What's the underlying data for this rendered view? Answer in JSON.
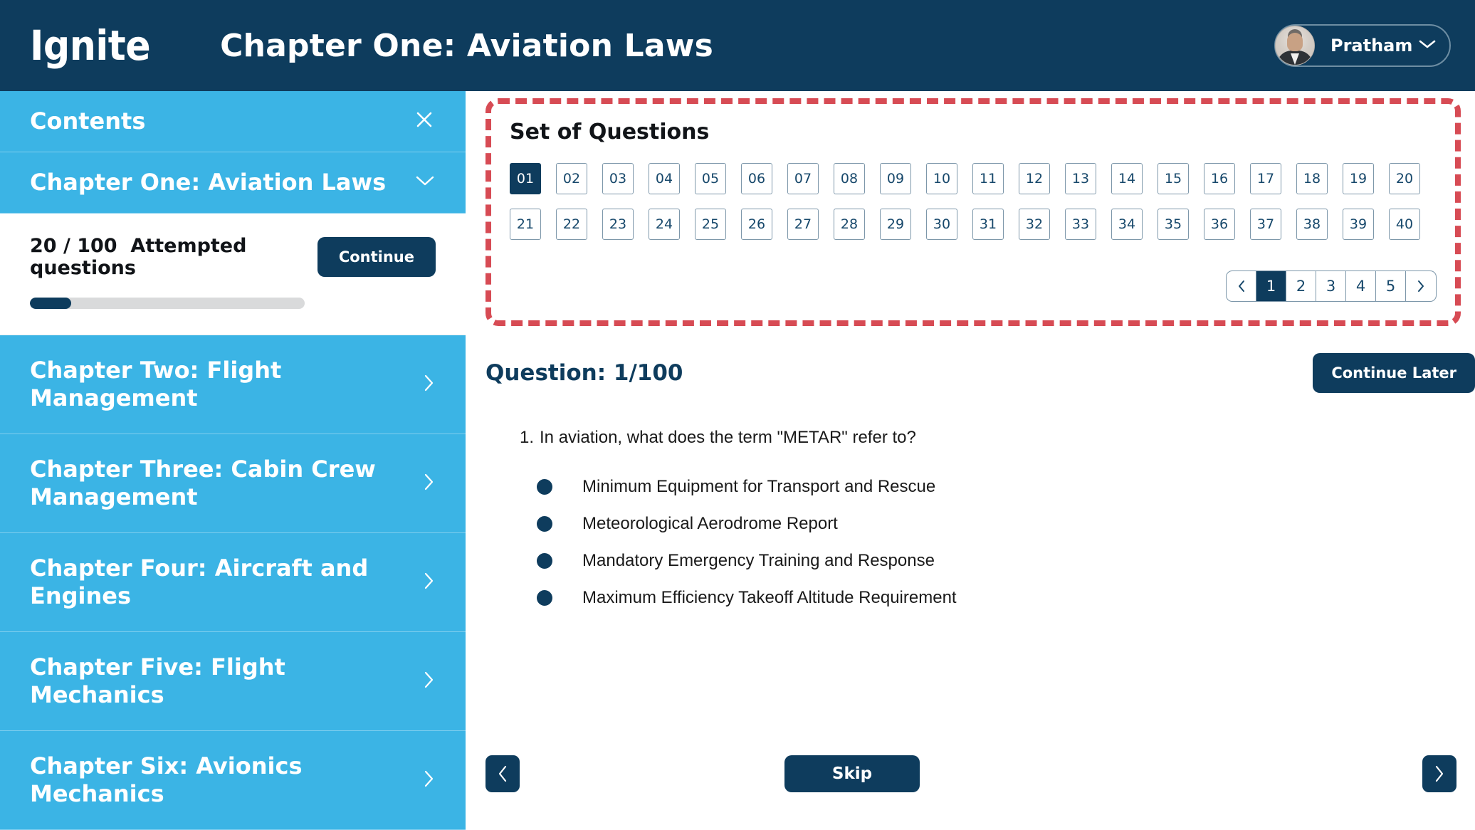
{
  "header": {
    "logo": "Ignite",
    "title": "Chapter One: Aviation Laws",
    "user_name": "Pratham",
    "chevron_icon": "chevron-down-icon",
    "bg_color": "#0e3c5d"
  },
  "sidebar": {
    "contents_label": "Contents",
    "close_icon": "close-icon",
    "accent_color": "#3bb4e5",
    "active_chapter": {
      "label": "Chapter One: Aviation Laws",
      "chevron_icon": "chevron-down-icon"
    },
    "progress": {
      "count_label": "20 / 100",
      "attempted_label": "Attempted questions",
      "continue_label": "Continue",
      "percent": 15
    },
    "chapters": [
      {
        "label": "Chapter Two: Flight Management",
        "chevron_icon": "chevron-right-icon"
      },
      {
        "label": "Chapter Three: Cabin Crew Management",
        "chevron_icon": "chevron-right-icon"
      },
      {
        "label": "Chapter Four: Aircraft and Engines",
        "chevron_icon": "chevron-right-icon"
      },
      {
        "label": "Chapter Five: Flight Mechanics",
        "chevron_icon": "chevron-right-icon"
      },
      {
        "label": "Chapter Six: Avionics Mechanics",
        "chevron_icon": "chevron-right-icon"
      }
    ]
  },
  "question_panel": {
    "title": "Set of Questions",
    "highlight_color": "#d74b54",
    "selected_question": "01",
    "row1": [
      "01",
      "02",
      "03",
      "04",
      "05",
      "06",
      "07",
      "08",
      "09",
      "10",
      "11",
      "12",
      "13",
      "14",
      "15",
      "16",
      "17",
      "18",
      "19",
      "20"
    ],
    "row2": [
      "21",
      "22",
      "23",
      "24",
      "25",
      "26",
      "27",
      "28",
      "29",
      "30",
      "31",
      "32",
      "33",
      "34",
      "35",
      "36",
      "37",
      "38",
      "39",
      "40"
    ],
    "pagination": {
      "prev_icon": "chevron-left-icon",
      "next_icon": "chevron-right-icon",
      "pages": [
        "1",
        "2",
        "3",
        "4",
        "5"
      ],
      "current_page": "1"
    }
  },
  "question": {
    "heading": "Question: 1/100",
    "continue_later_label": "Continue Later",
    "number": "1.",
    "text": "In aviation, what does the term \"METAR\" refer to?",
    "options": [
      "Minimum Equipment for Transport and Rescue",
      " Meteorological Aerodrome Report",
      "Mandatory Emergency Training and Response",
      "Maximum Efficiency Takeoff Altitude Requirement"
    ],
    "prev_icon": "chevron-left-icon",
    "next_icon": "chevron-right-icon",
    "skip_label": "Skip"
  }
}
